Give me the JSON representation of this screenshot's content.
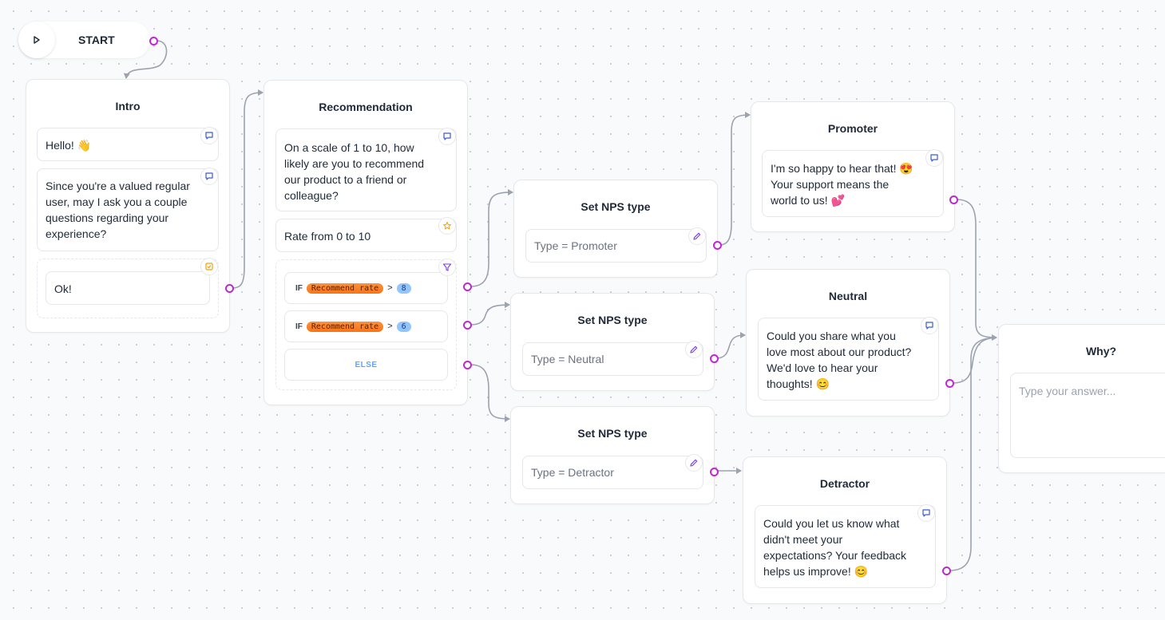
{
  "start": {
    "label": "START"
  },
  "intro": {
    "title": "Intro",
    "blocks": [
      "Hello! 👋",
      "Since you're a valued regular\nuser, may I ask you a couple\nquestions regarding your\nexperience?"
    ],
    "choice": "Ok!"
  },
  "recommendation": {
    "title": "Recommendation",
    "question": "On a scale of 1 to 10, how\nlikely are you to recommend\nour product to a friend or\ncolleague?",
    "rating": "Rate from 0 to 10",
    "conditions": [
      {
        "keyword": "IF",
        "variable": "Recommend rate",
        "operator": ">",
        "value": "8"
      },
      {
        "keyword": "IF",
        "variable": "Recommend rate",
        "operator": ">",
        "value": "6"
      }
    ],
    "else_label": "ELSE"
  },
  "set_nps": [
    {
      "title": "Set NPS type",
      "value": "Type = Promoter"
    },
    {
      "title": "Set NPS type",
      "value": "Type = Neutral"
    },
    {
      "title": "Set NPS type",
      "value": "Type = Detractor"
    }
  ],
  "promoter": {
    "title": "Promoter",
    "text": "I'm so happy to hear that! 😍\nYour support means the\nworld to us! 💕"
  },
  "neutral": {
    "title": "Neutral",
    "text": "Could you share what you\nlove most about our product?\nWe'd love to hear your\nthoughts! 😊"
  },
  "detractor": {
    "title": "Detractor",
    "text": "Could you let us know what\ndidn't meet your\nexpectations? Your feedback\nhelps us improve! 😊"
  },
  "why": {
    "title": "Why?",
    "placeholder": "Type your answer..."
  },
  "colors": {
    "port": "#c026d3",
    "edge": "#9ca3af",
    "variable_pill": "#f97316",
    "number_pill": "#93c5fd",
    "else_text": "#60a5fa"
  }
}
